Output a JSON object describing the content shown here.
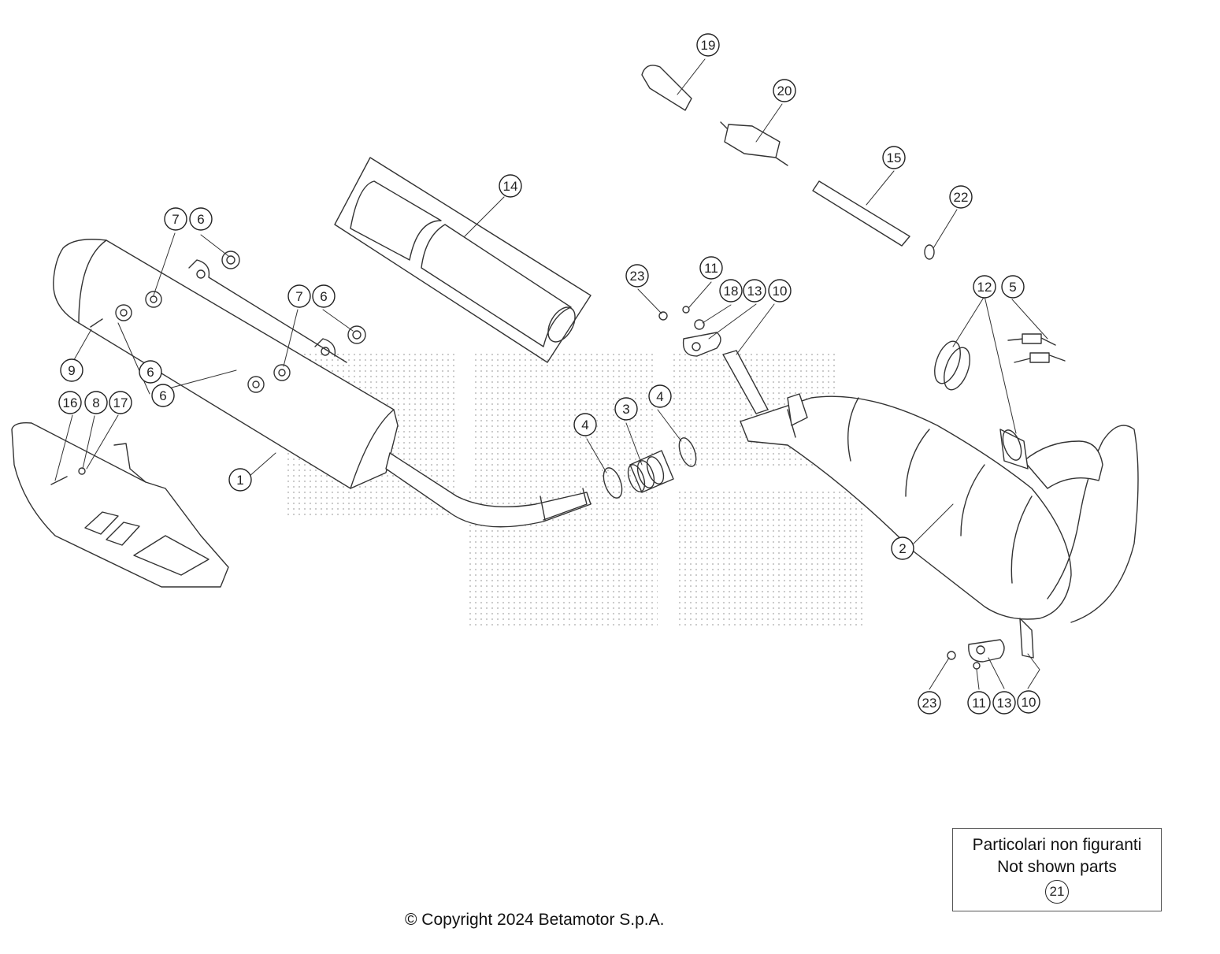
{
  "callouts": [
    "1",
    "2",
    "3",
    "4",
    "4",
    "5",
    "6",
    "6",
    "6",
    "6",
    "7",
    "7",
    "8",
    "9",
    "10",
    "10",
    "11",
    "11",
    "12",
    "13",
    "13",
    "14",
    "15",
    "16",
    "17",
    "18",
    "19",
    "20",
    "22",
    "23",
    "23"
  ],
  "legend": {
    "line1": "Particolari non figuranti",
    "line2": "Not shown parts",
    "ref": "21"
  },
  "copyright": "© Copyright 2024 Betamotor S.p.A.",
  "colors": {
    "line": "#333333",
    "watermark": "#c8c8c8"
  }
}
